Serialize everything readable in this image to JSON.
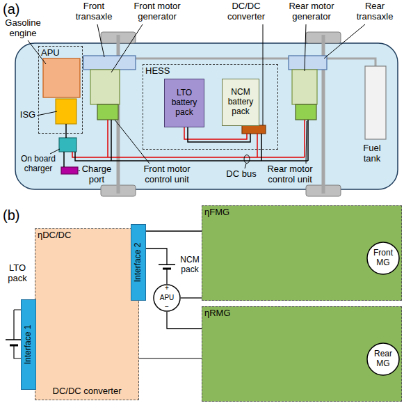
{
  "diagram": {
    "nodes": [
      {
        "text": [
          "APU"
        ]
      },
      {
        "text": [
          "HESS"
        ]
      },
      {
        "text": [
          "LTO battery pack"
        ],
        "in": 1
      },
      {
        "text": [
          "NCM battery pack"
        ],
        "in": 1
      },
      {
        "text": [
          "ηDC/DC",
          "DC/DC converter"
        ]
      },
      {
        "text": [
          "Interface 1"
        ]
      },
      {
        "text": [
          "Interface 2"
        ]
      },
      {
        "text": [
          "APU"
        ]
      },
      {
        "text": [
          "ηFMG"
        ]
      },
      {
        "text": [
          "Front MG"
        ],
        "in": 8
      },
      {
        "text": [
          "ηRMG"
        ]
      },
      {
        "text": [
          "Rear MG"
        ],
        "in": 10
      }
    ],
    "edges": [
      {
        "from": 6,
        "to": 8,
        "arrow": "none"
      },
      {
        "from": 6,
        "to": 7,
        "arrow": "none"
      },
      {
        "from": 7,
        "to": 8,
        "arrow": "none"
      },
      {
        "from": 7,
        "to": 10,
        "arrow": "none"
      }
    ],
    "labels": [
      "(a)",
      "Front transaxle",
      "Front motor generator",
      "DC/DC converter",
      "Rear motor generator",
      "Rear transaxle",
      "Gasoline engine",
      "ISG",
      "On board charger",
      "Charge port",
      "Front motor control unit",
      "DC bus",
      "Rear motor control unit",
      "Fuel tank",
      "(b)",
      "LTO pack",
      "NCM pack",
      "+",
      "−"
    ]
  }
}
